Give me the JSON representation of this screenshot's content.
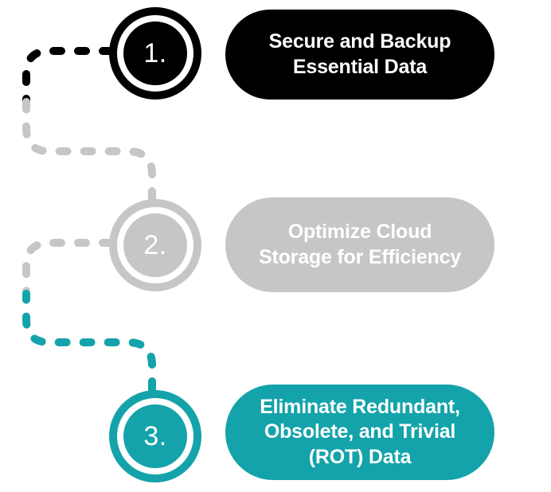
{
  "diagram": {
    "title": "Three-step data management process",
    "background_color": "#ffffff",
    "steps": [
      {
        "number": "1.",
        "label": "Secure and Backup\nEssential Data",
        "color": "#000000",
        "text_color": "#ffffff"
      },
      {
        "number": "2.",
        "label": "Optimize Cloud\nStorage for Efficiency",
        "color": "#c6c6c6",
        "text_color": "#ffffff"
      },
      {
        "number": "3.",
        "label": "Eliminate Redundant,\nObsolete, and Trivial\n(ROT) Data",
        "color": "#14a3aa",
        "text_color": "#ffffff"
      }
    ],
    "connectors": [
      {
        "from_step": 1,
        "to_step": 2,
        "style": "dashed",
        "start_color": "#000000",
        "end_color": "#c6c6c6"
      },
      {
        "from_step": 2,
        "to_step": 3,
        "style": "dashed",
        "start_color": "#c6c6c6",
        "end_color": "#14a3aa"
      }
    ]
  }
}
